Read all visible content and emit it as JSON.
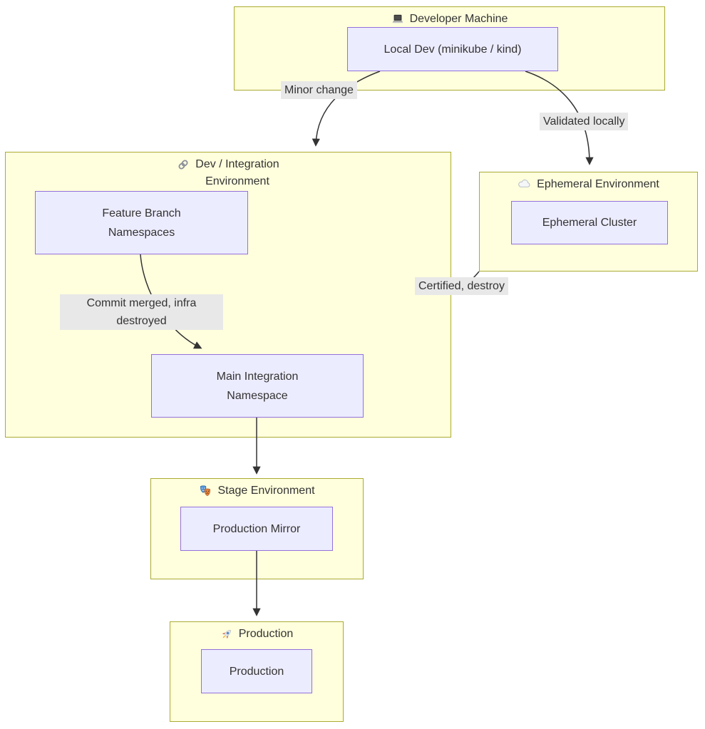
{
  "diagram": {
    "subgraphs": {
      "developer_machine": {
        "icon": "laptop-icon",
        "title": "Developer Machine"
      },
      "dev_integration": {
        "icon": "link-icon",
        "title": "Dev / Integration\nEnvironment"
      },
      "ephemeral": {
        "icon": "cloud-icon",
        "title": "Ephemeral Environment"
      },
      "stage": {
        "icon": "masks-icon",
        "title": "Stage Environment"
      },
      "production": {
        "icon": "rocket-icon",
        "title": "Production"
      }
    },
    "nodes": {
      "local_dev": {
        "label": "Local Dev (minikube / kind)"
      },
      "feature_branch": {
        "label": "Feature Branch\nNamespaces"
      },
      "main_integration": {
        "label": "Main Integration\nNamespace"
      },
      "ephemeral_cluster": {
        "label": "Ephemeral Cluster"
      },
      "production_mirror": {
        "label": "Production Mirror"
      },
      "production": {
        "label": "Production"
      }
    },
    "edge_labels": {
      "minor_change": "Minor change",
      "validated_locally": "Validated locally",
      "commit_merged": "Commit merged, infra\ndestroyed",
      "certified_destroy": "Certified, destroy"
    },
    "colors": {
      "subgraph_fill": "#ffffde",
      "subgraph_border": "#aaaa33",
      "node_fill": "#ececff",
      "node_border": "#9370db",
      "edge_label_bg": "#e8e8e8",
      "edge_stroke": "#333333",
      "text": "#333333",
      "background": "#ffffff"
    }
  }
}
